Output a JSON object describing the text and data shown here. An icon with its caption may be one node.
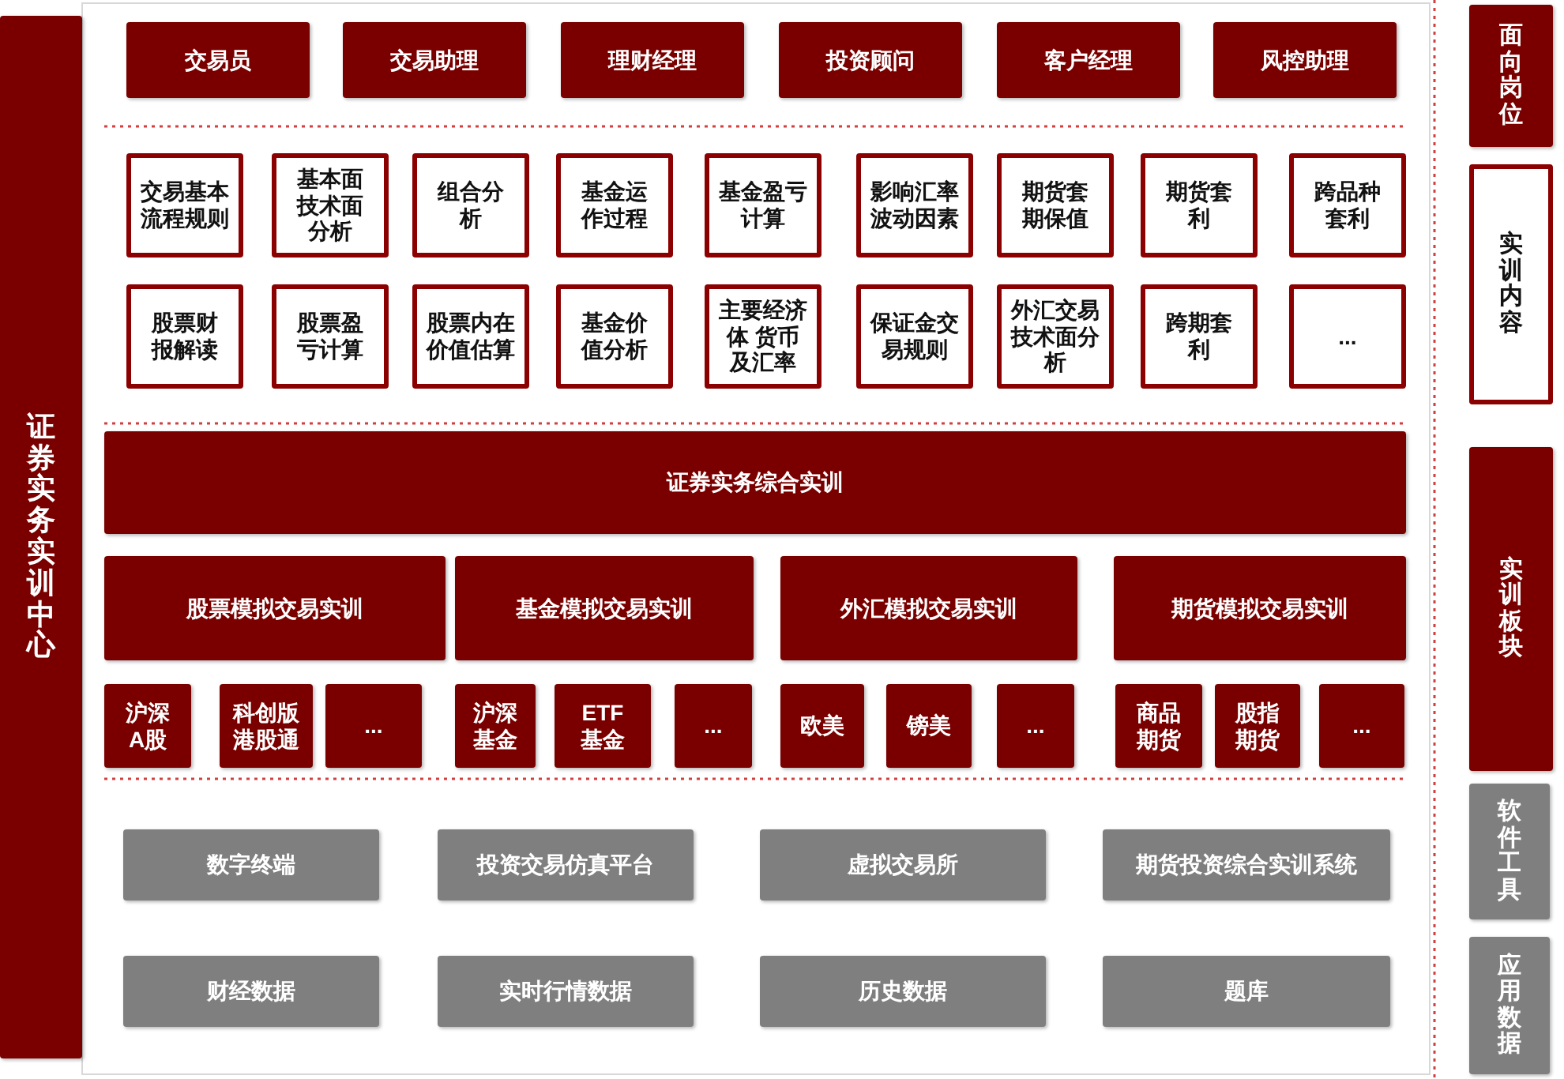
{
  "diagram": {
    "nodes": [
      {
        "text": [
          "证券实务实训中心"
        ]
      },
      {
        "text": [
          "交易员"
        ]
      },
      {
        "text": [
          "交易助理"
        ]
      },
      {
        "text": [
          "理财经理"
        ]
      },
      {
        "text": [
          "投资顾问"
        ]
      },
      {
        "text": [
          "客户经理"
        ]
      },
      {
        "text": [
          "风控助理"
        ]
      },
      {
        "text": [
          "交易基本流程规则"
        ]
      },
      {
        "text": [
          "基本面技术面分析"
        ]
      },
      {
        "text": [
          "组合分析"
        ]
      },
      {
        "text": [
          "基金运作过程"
        ]
      },
      {
        "text": [
          "基金盈亏计算"
        ]
      },
      {
        "text": [
          "影响汇率波动因素"
        ]
      },
      {
        "text": [
          "期货套期保值"
        ]
      },
      {
        "text": [
          "期货套利"
        ]
      },
      {
        "text": [
          "跨品种套利"
        ]
      },
      {
        "text": [
          "股票财报解读"
        ]
      },
      {
        "text": [
          "股票盈亏计算"
        ]
      },
      {
        "text": [
          "股票内在价值估算"
        ]
      },
      {
        "text": [
          "基金价值分析"
        ]
      },
      {
        "text": [
          "主要经济体 货币及汇率"
        ]
      },
      {
        "text": [
          "保证金交易规则"
        ]
      },
      {
        "text": [
          "外汇交易技术面分析"
        ]
      },
      {
        "text": [
          "跨期套利"
        ]
      },
      {
        "text": [
          "..."
        ]
      },
      {
        "text": [
          "证券实务综合实训"
        ]
      },
      {
        "text": [
          "股票模拟交易实训"
        ]
      },
      {
        "text": [
          "基金模拟交易实训"
        ]
      },
      {
        "text": [
          "外汇模拟交易实训"
        ]
      },
      {
        "text": [
          "期货模拟交易实训"
        ]
      },
      {
        "text": [
          "沪深A股"
        ]
      },
      {
        "text": [
          "科创版港股通"
        ]
      },
      {
        "text": [
          "..."
        ]
      },
      {
        "text": [
          "沪深基金"
        ]
      },
      {
        "text": [
          "ETF基金"
        ]
      },
      {
        "text": [
          "..."
        ]
      },
      {
        "text": [
          "欧美"
        ]
      },
      {
        "text": [
          "镑美"
        ]
      },
      {
        "text": [
          "..."
        ]
      },
      {
        "text": [
          "商品期货"
        ]
      },
      {
        "text": [
          "股指期货"
        ]
      },
      {
        "text": [
          "..."
        ]
      },
      {
        "text": [
          "数字终端"
        ]
      },
      {
        "text": [
          "投资交易仿真平台"
        ]
      },
      {
        "text": [
          "虚拟交易所"
        ]
      },
      {
        "text": [
          "期货投资综合实训系统"
        ]
      },
      {
        "text": [
          "财经数据"
        ]
      },
      {
        "text": [
          "实时行情数据"
        ]
      },
      {
        "text": [
          "历史数据"
        ]
      },
      {
        "text": [
          "题库"
        ]
      },
      {
        "text": [
          "面向岗位"
        ]
      },
      {
        "text": [
          "实训内容"
        ]
      },
      {
        "text": [
          "实训板块"
        ]
      },
      {
        "text": [
          "软件工具"
        ]
      },
      {
        "text": [
          "应用数据"
        ]
      }
    ]
  }
}
